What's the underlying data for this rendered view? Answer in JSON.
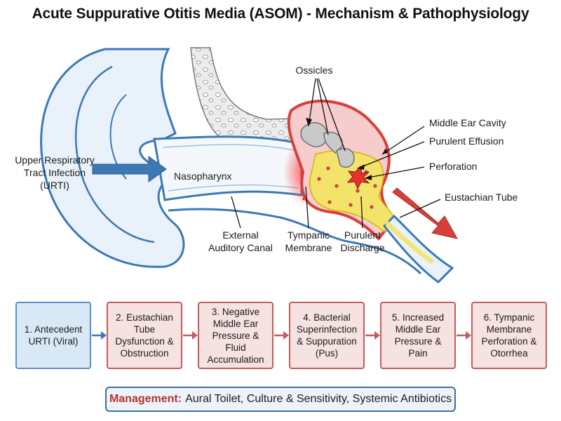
{
  "title": "Acute Suppurative Otitis Media (ASOM) - Mechanism & Pathophysiology",
  "labels": {
    "urti": [
      "Upper Respiratory",
      "Tract Infection",
      "(URTI)"
    ],
    "nasopharynx": "Nasopharynx",
    "ossicles": "Ossicles",
    "middle_ear_cavity": "Middle Ear Cavity",
    "purulent_effusion": "Purulent Effusion",
    "perforation": "Perforation",
    "eustachian_tube": "Eustachian Tube",
    "external_canal": [
      "External",
      "Auditory Canal"
    ],
    "tympanic_membrane": [
      "Tympanic",
      "Membrane"
    ],
    "purulent_discharge": [
      "Purulent",
      "Discharge"
    ]
  },
  "flow": [
    "1. Antecedent URTI (Viral)",
    "2. Eustachian Tube Dysfunction & Obstruction",
    "3. Negative Middle Ear Pressure & Fluid Accumulation",
    "4. Bacterial Superinfection & Suppuration (Pus)",
    "5. Increased Middle Ear Pressure & Pain",
    "6. Tympanic Membrane Perforation & Otorrhea"
  ],
  "management": {
    "key": "Management:",
    "text": "Aural Toilet, Culture & Sensitivity, Systemic Antibiotics"
  },
  "colors": {
    "blue": "#3d78b6",
    "red": "#d6403a",
    "pus": "#f3e36b",
    "cavity": "#f6cccc",
    "bone": "#e4e4e4"
  }
}
